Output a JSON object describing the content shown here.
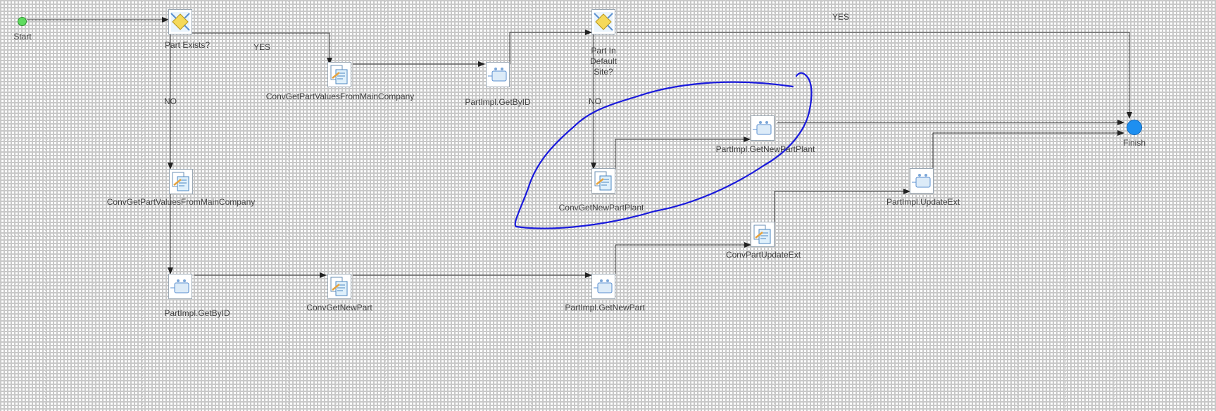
{
  "diagram": {
    "start_label": "Start",
    "finish_label": "Finish",
    "nodes": {
      "part_exists": "Part Exists?",
      "conv_main_top": "ConvGetPartValuesFromMainCompany",
      "getbyid_top": "PartImpl.GetByID",
      "part_default_site": "Part In Default Site?",
      "conv_main_left": "ConvGetPartValuesFromMainCompany",
      "getbyid_bottom": "PartImpl.GetByID",
      "conv_new_part": "ConvGetNewPart",
      "get_new_part": "PartImpl.GetNewPart",
      "conv_part_update_ext": "ConvPartUpdateExt",
      "update_ext": "PartImpl.UpdateExt",
      "get_new_part_plant": "PartImpl.GetNewPartPlant",
      "conv_new_part_plant": "ConvGetNewPartPlant"
    },
    "edge_labels": {
      "yes_1": "YES",
      "no_1": "NO",
      "yes_2": "YES",
      "no_2": "NO"
    },
    "icons": {
      "decision": "decision-diamond-icon",
      "conversion": "conversion-document-icon",
      "method": "method-call-icon",
      "start": "start-circle-icon",
      "finish": "finish-circle-icon"
    },
    "colors": {
      "annotation": "#1a1adc",
      "start": "#5fdc5f",
      "finish": "#1e8ff0",
      "connector": "#333333"
    }
  }
}
